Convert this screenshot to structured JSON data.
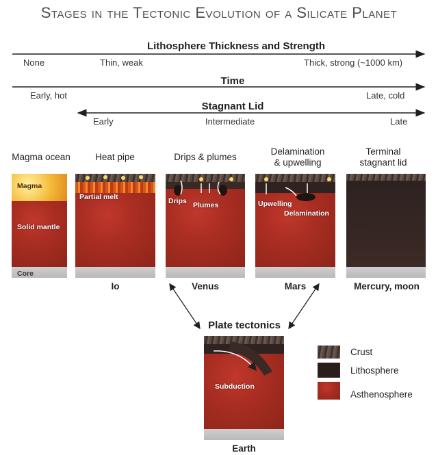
{
  "title": "Stages in the Tectonic Evolution of a Silicate Planet",
  "axes": {
    "lithosphere": {
      "title": "Lithosphere Thickness and Strength",
      "left": "None",
      "mid": "Thin, weak",
      "right": "Thick, strong (~1000 km)"
    },
    "time": {
      "title": "Time",
      "left": "Early, hot",
      "right": "Late, cold"
    },
    "stagnant_lid": {
      "title": "Stagnant Lid",
      "left": "Early",
      "mid": "Intermediate",
      "right": "Late"
    }
  },
  "stages": [
    {
      "title": "Magma ocean",
      "planet": "",
      "labels": [
        "Magma",
        "Solid mantle",
        "Core"
      ]
    },
    {
      "title": "Heat pipe",
      "planet": "Io",
      "labels": [
        "Partial melt"
      ]
    },
    {
      "title": "Drips & plumes",
      "planet": "Venus",
      "labels": [
        "Drips",
        "Plumes"
      ]
    },
    {
      "title": "Delamination\n& upwelling",
      "planet": "Mars",
      "labels": [
        "Upwelling",
        "Delamination"
      ]
    },
    {
      "title": "Terminal\nstagnant lid",
      "planet": "Mercury, moon",
      "labels": []
    }
  ],
  "plate": {
    "title": "Plate tectonics",
    "planet": "Earth",
    "label": "Subduction"
  },
  "legend": [
    {
      "label": "Crust",
      "color": "#5a4a43"
    },
    {
      "label": "Lithosphere",
      "color": "#2a1e1c"
    },
    {
      "label": "Asthenosphere",
      "color": "#b0281c"
    }
  ]
}
